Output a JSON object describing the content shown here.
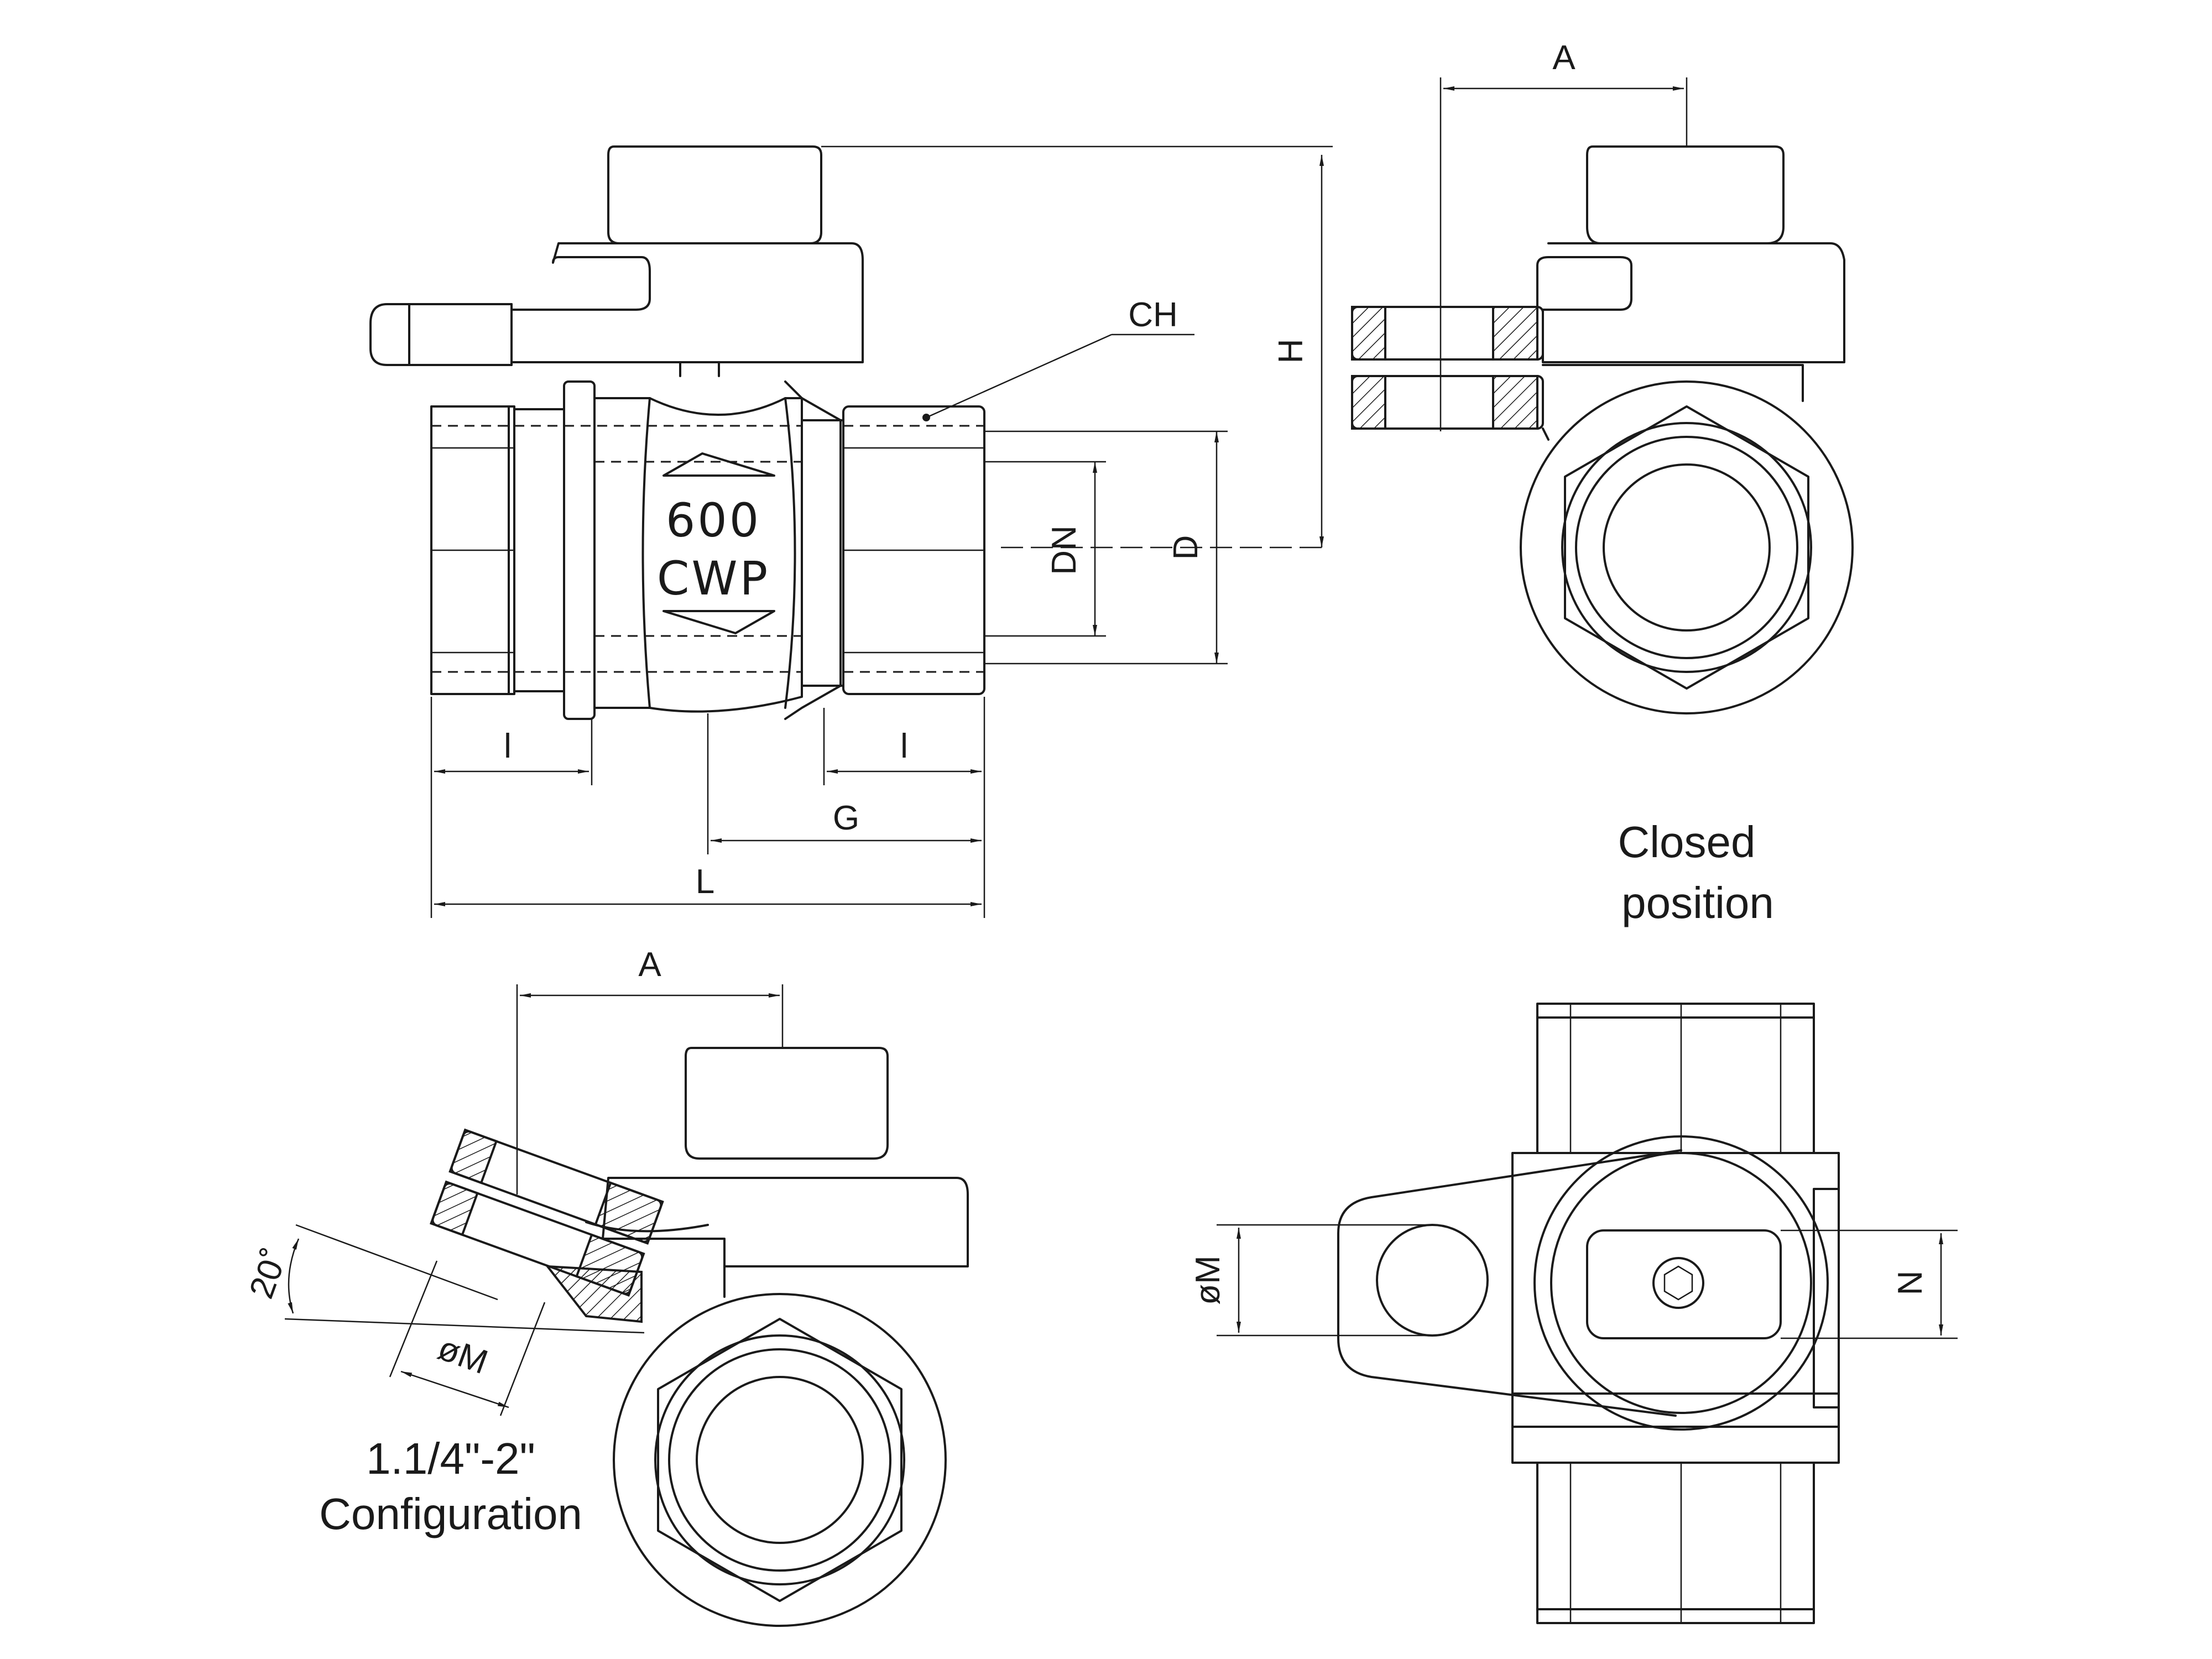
{
  "labels": {
    "ch": "CH",
    "h": "H",
    "dn": "DN",
    "d": "D",
    "l_left": "l",
    "l_right": "l",
    "g": "G",
    "l_total": "L",
    "a_top": "A",
    "a_bottom": "A",
    "pressure_value": "600",
    "pressure_unit": "CWP",
    "closed_line1": "Closed",
    "closed_line2": "position",
    "angle": "20˚",
    "m_bottom_left": "øM",
    "m_bottom_right": "øM",
    "n": "N",
    "config_line1": "1.1/4\"-2\"",
    "config_line2": "Configuration"
  },
  "colors": {
    "line": "#1a1a1a",
    "background": "#ffffff"
  }
}
